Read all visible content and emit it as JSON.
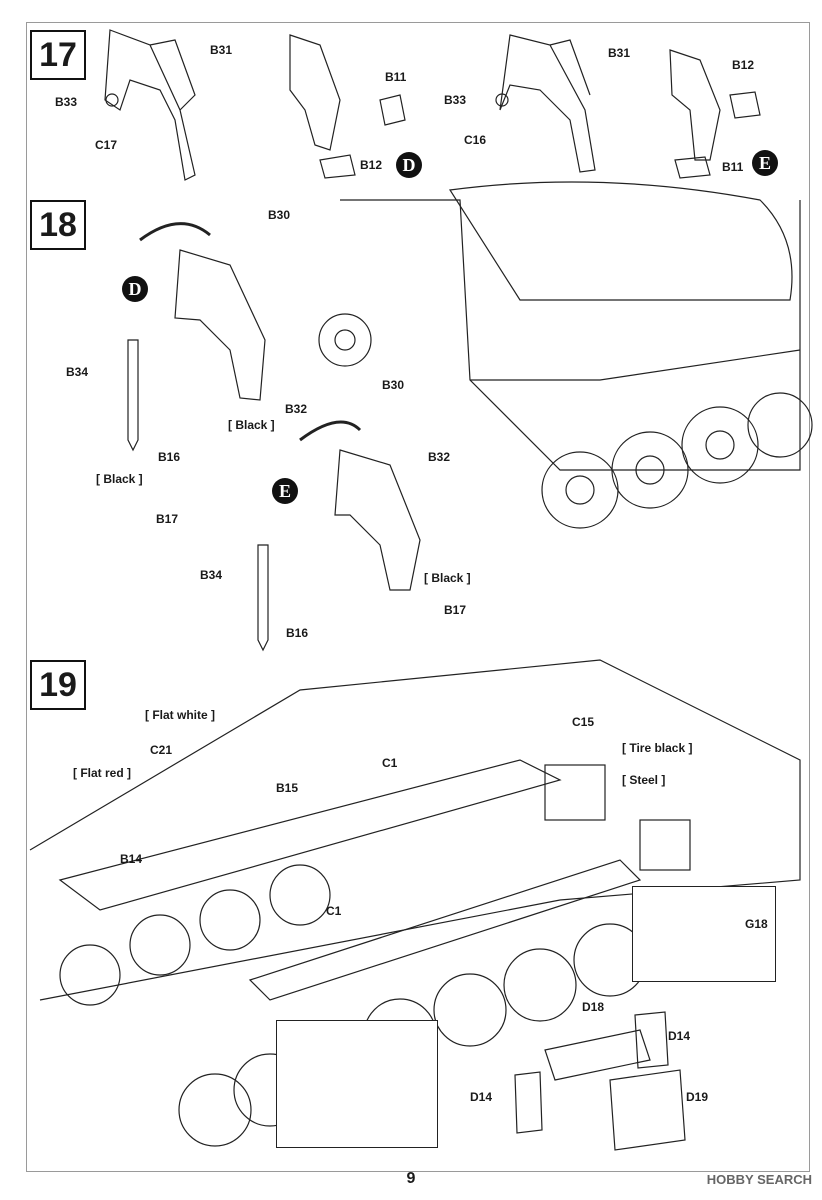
{
  "page_number": "9",
  "watermark": "HOBBY SEARCH",
  "steps": [
    {
      "number": "17",
      "labels": {
        "b31_a": "B31",
        "b33_a": "B33",
        "c17": "C17",
        "b11_a": "B11",
        "b12_a": "B12",
        "b31_b": "B31",
        "b33_b": "B33",
        "c16": "C16",
        "b12_b": "B12",
        "b11_b": "B11"
      },
      "badges": [
        "D",
        "E"
      ]
    },
    {
      "number": "18",
      "labels": {
        "b30_a": "B30",
        "b34_a": "B34",
        "b32_a": "B32",
        "black_a": "[ Black ]",
        "b16_a": "B16",
        "black_b": "[ Black ]",
        "b17_a": "B17",
        "b30_b": "B30",
        "b32_b": "B32",
        "b34_b": "B34",
        "black_c": "[ Black ]",
        "b16_b": "B16",
        "b17_b": "B17"
      },
      "badges": [
        "D",
        "E"
      ]
    },
    {
      "number": "19",
      "labels": {
        "flat_white": "[ Flat white ]",
        "c21": "C21",
        "flat_red": "[ Flat red ]",
        "b15": "B15",
        "c1_a": "C1",
        "b14": "B14",
        "c1_b": "C1",
        "c15": "C15",
        "tire_black": "[ Tire black ]",
        "steel": "[ Steel ]",
        "g18": "G18",
        "d18": "D18",
        "d14_a": "D14",
        "d14_b": "D14",
        "d19": "D19"
      }
    }
  ]
}
